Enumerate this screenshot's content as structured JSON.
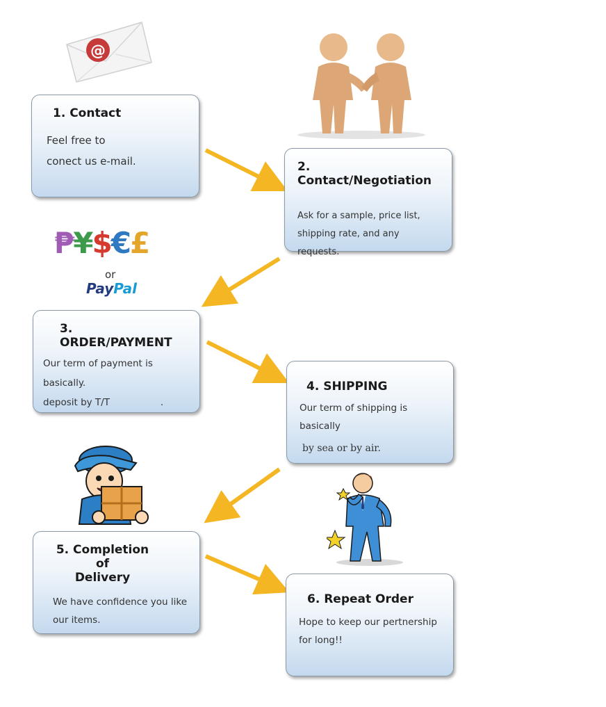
{
  "steps": [
    {
      "title": "1.  Contact",
      "lines": [
        "Feel free to",
        "conect us e-mail."
      ]
    },
    {
      "title": "2.  Contact/Negotiation",
      "lines": [
        "Ask for a sample, price list,",
        "shipping rate, and any requests."
      ]
    },
    {
      "title": "3.  ORDER/PAYMENT",
      "lines": [
        "Our term of payment is basically.",
        "deposit by T/T                 ."
      ]
    },
    {
      "title": "4.  SHIPPING",
      "lines": [
        "Our term of shipping is basically",
        "by sea or by air."
      ]
    },
    {
      "title_lines": [
        "5.  Completion",
        "of",
        "Delivery"
      ],
      "lines": [
        "We have confidence you like",
        "our items."
      ]
    },
    {
      "title": "6.  Repeat Order",
      "lines": [
        "Hope to keep our pertnership",
        "for long!!"
      ]
    }
  ],
  "payment_image": {
    "currency_symbols": [
      "₱",
      "¥",
      "$",
      "€",
      "£"
    ],
    "currency_colors": [
      "#a05bb5",
      "#3c9a4a",
      "#d63a2e",
      "#2f79c2",
      "#e3a52a"
    ],
    "or_text": "or",
    "paypal_pay": "Pay",
    "paypal_pal": "Pal"
  },
  "email_icon_symbol": "@",
  "colors": {
    "arrow": "#f5b623",
    "box_bottom": "#c4d9ee"
  },
  "icons": [
    "envelope-icon",
    "handshake-figures-icon",
    "delivery-man-icon",
    "businessman-icon"
  ]
}
